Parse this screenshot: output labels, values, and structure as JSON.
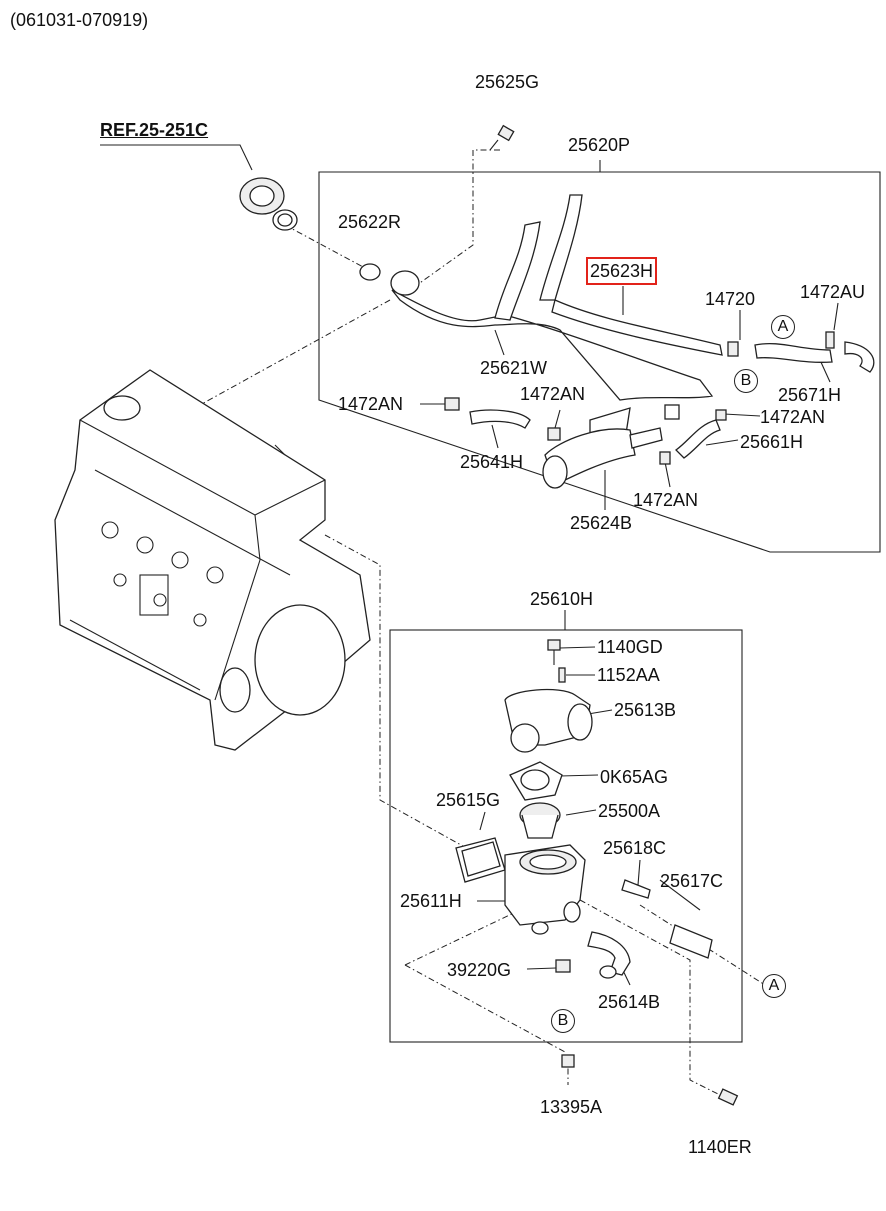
{
  "date_range": "(061031-070919)",
  "ref": "REF.25-251C",
  "callouts": {
    "a": "A",
    "b": "B"
  },
  "parts": {
    "p25625G": "25625G",
    "p25620P": "25620P",
    "p25622R": "25622R",
    "p25623H": "25623H",
    "p14720": "14720",
    "p1472AU": "1472AU",
    "p25621W": "25621W",
    "p25671H": "25671H",
    "p1472AN_a": "1472AN",
    "p1472AN_b": "1472AN",
    "p1472AN_c": "1472AN",
    "p1472AN_d": "1472AN",
    "p25641H": "25641H",
    "p25661H": "25661H",
    "p25624B": "25624B",
    "p25610H": "25610H",
    "p1140GD": "1140GD",
    "p1152AA": "1152AA",
    "p25613B": "25613B",
    "p0K65AG": "0K65AG",
    "p25615G": "25615G",
    "p25500A": "25500A",
    "p25618C": "25618C",
    "p25617C": "25617C",
    "p25611H": "25611H",
    "p39220G": "39220G",
    "p25614B": "25614B",
    "p13395A": "13395A",
    "p1140ER": "1140ER"
  },
  "highlight_color": "#e2231a",
  "highlighted_part": "25623H"
}
